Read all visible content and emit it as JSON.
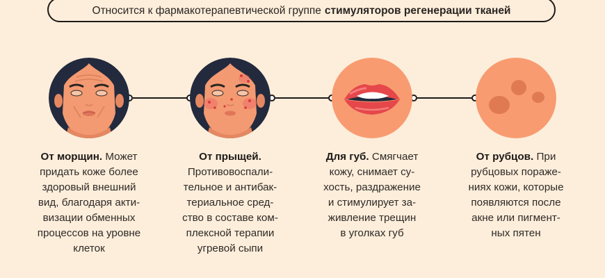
{
  "header": {
    "text_regular": "Относится к фармакотерапевтической группе",
    "text_bold": "стимуляторов регенерации тканей"
  },
  "colors": {
    "background": "#fdeedb",
    "outline": "#1e1a18",
    "skin": "#f39a72",
    "hair": "#232a3d",
    "lips": "#e5474a",
    "scar": "#e07a52"
  },
  "items": [
    {
      "icon": "wrinkled-face-icon",
      "title": "От морщин.",
      "lines": [
        "Может",
        "придать коже более",
        "здоровый внешний",
        "вид, благодаря акти-",
        "визации обменных",
        "процессов на уровне",
        "клеток"
      ]
    },
    {
      "icon": "acne-face-icon",
      "title": "От прыщей.",
      "lines": [
        "Противовоспали-",
        "тельное и антибак-",
        "териальное сред-",
        "ство в составе ком-",
        "плексной терапии",
        "угревой сыпи"
      ]
    },
    {
      "icon": "lips-icon",
      "title": "Для губ.",
      "lines": [
        "Смягчает",
        "кожу, снимает су-",
        "хость, раздражение",
        "и стимулирует за-",
        "живление трещин",
        "в уголках губ"
      ]
    },
    {
      "icon": "scarred-skin-icon",
      "title": "От рубцов.",
      "lines": [
        "При",
        "рубцовых пораже-",
        "ниях кожи, которые",
        "появляются после",
        "акне или пигмент-",
        "ных пятен"
      ]
    }
  ]
}
